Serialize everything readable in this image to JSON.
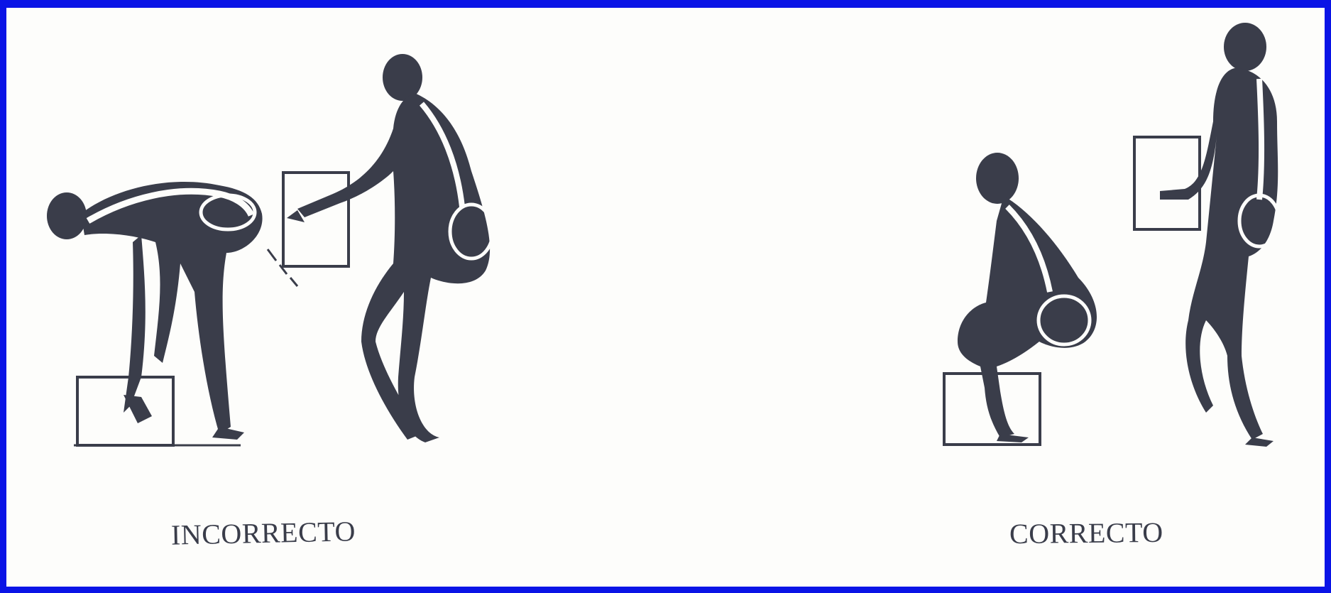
{
  "frame": {
    "border_color": "#0a14e6",
    "paper_color": "#fdfdfb",
    "ink_color": "#3a3d4a"
  },
  "panels": [
    {
      "id": "incorrect",
      "caption": "INCORRECTO"
    },
    {
      "id": "correct",
      "caption": "CORRECTO"
    }
  ]
}
